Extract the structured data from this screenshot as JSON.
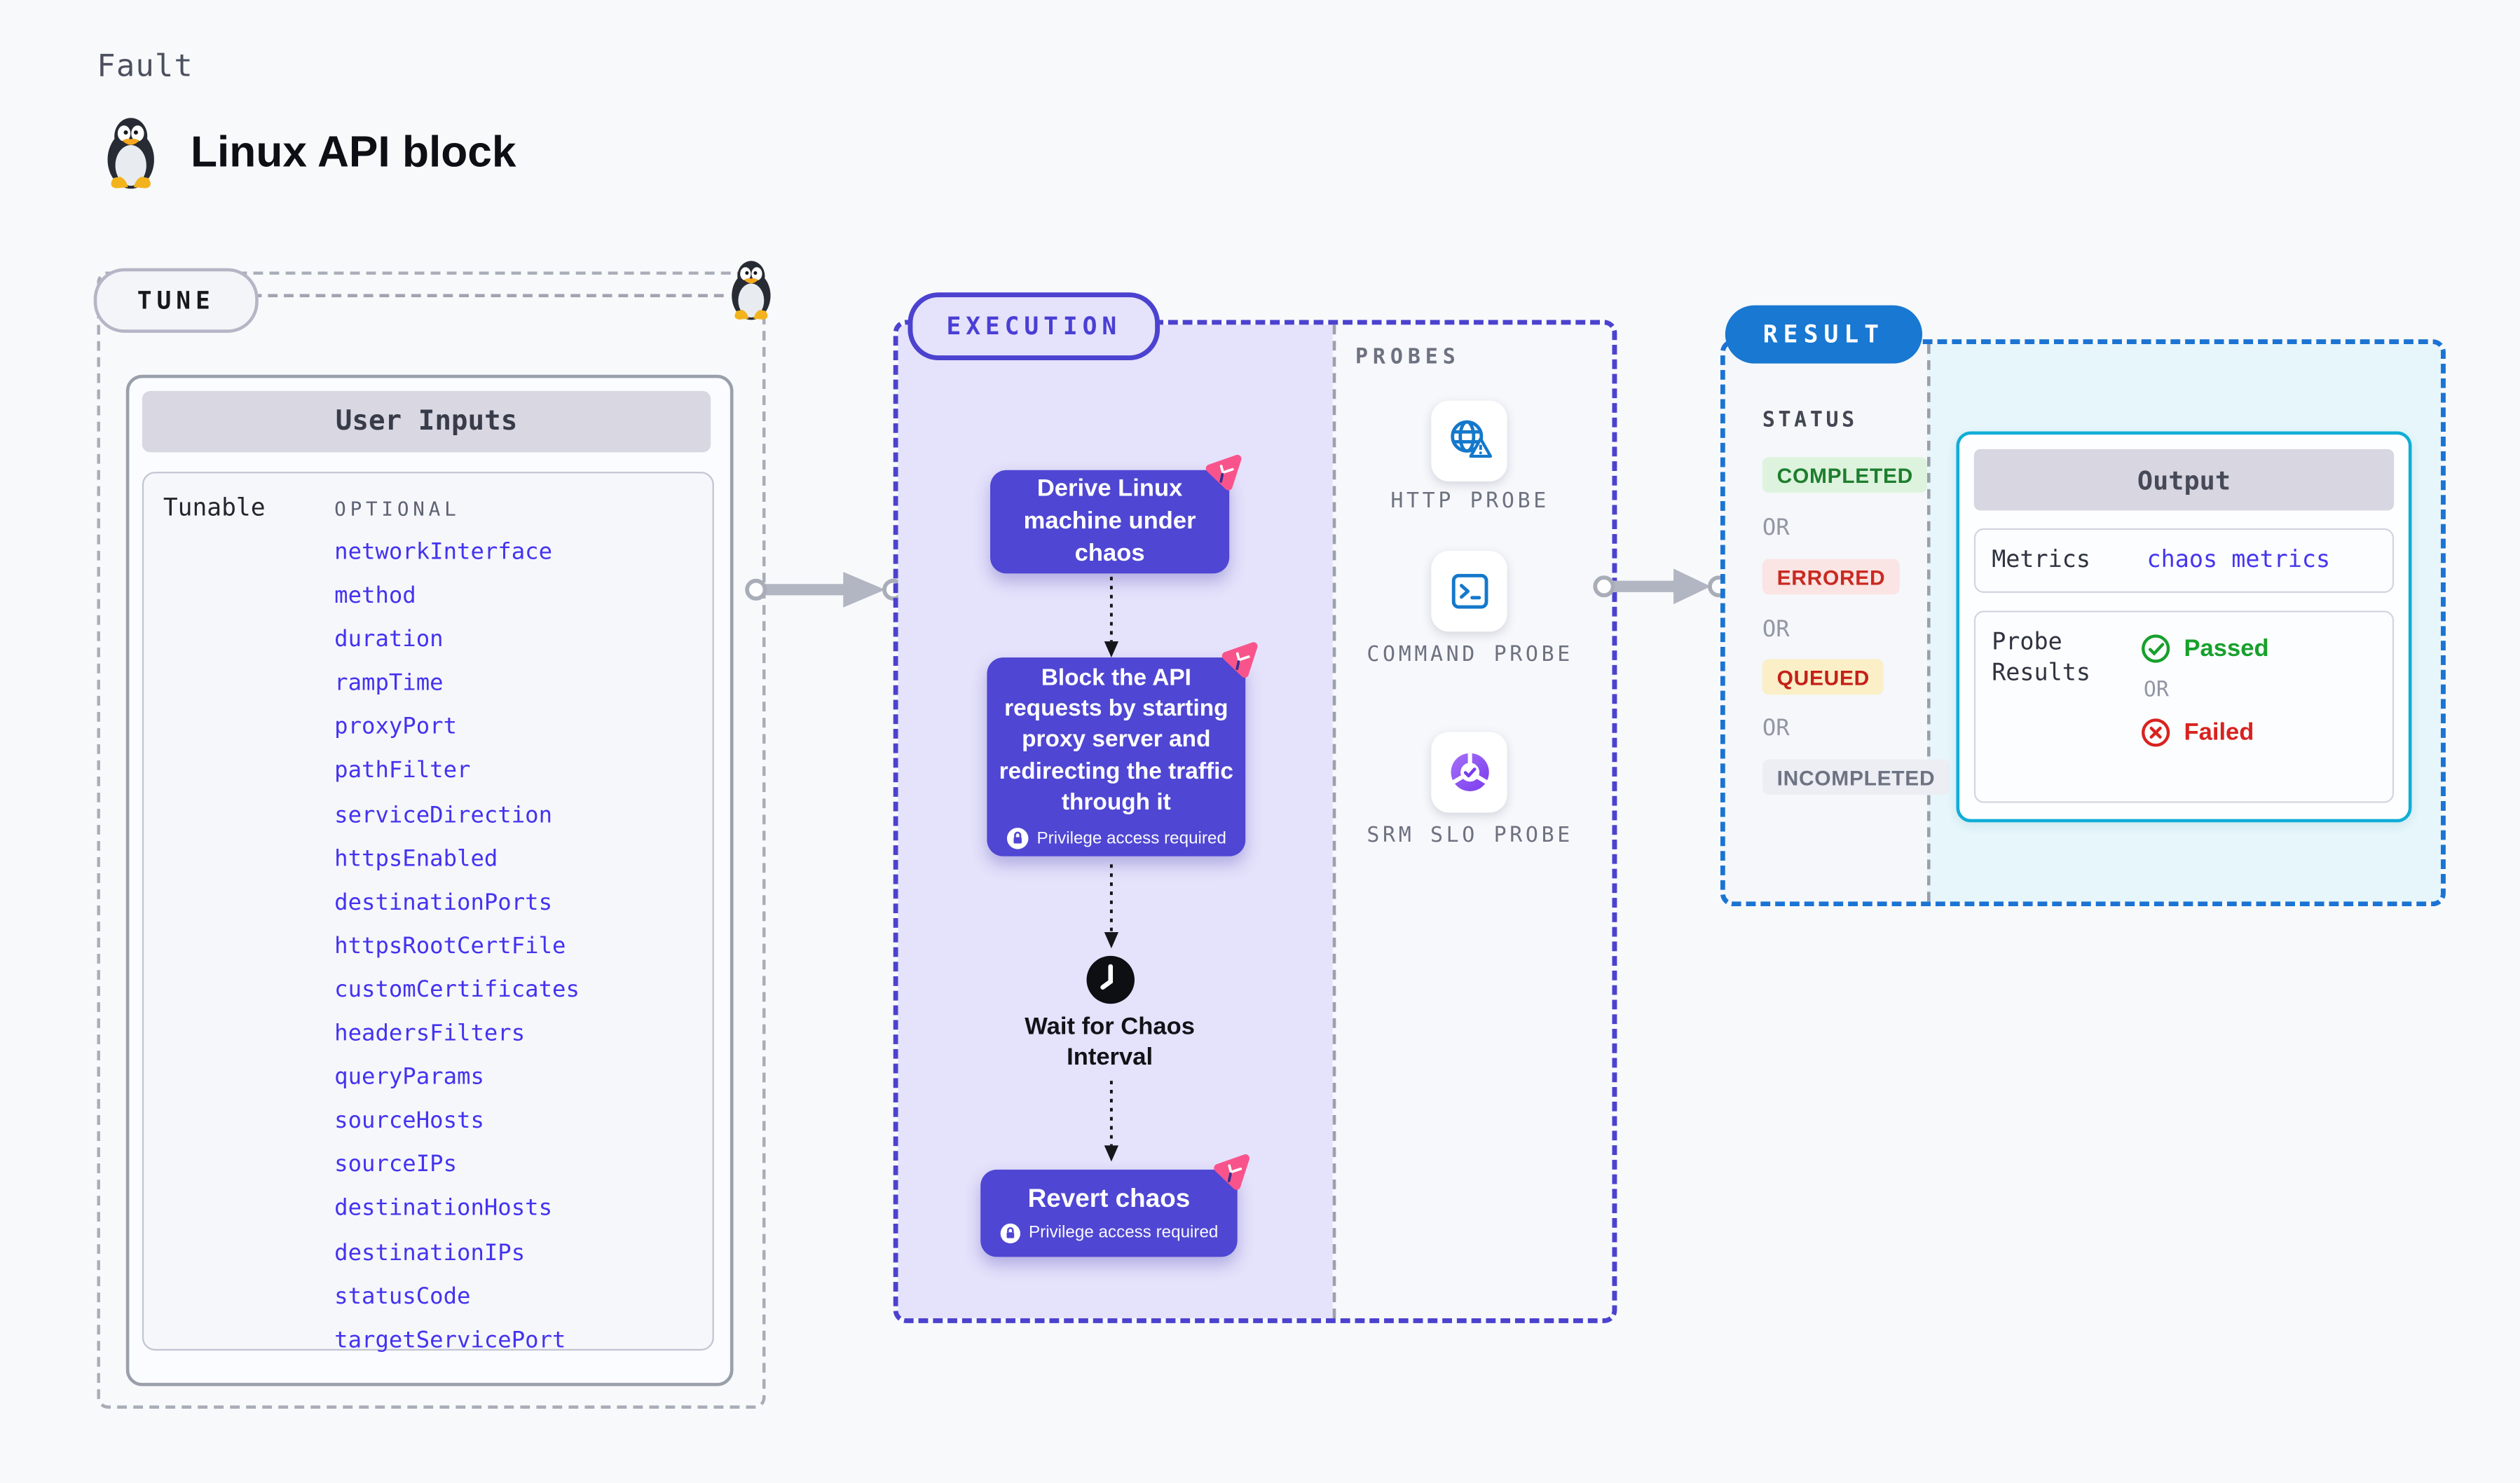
{
  "page": {
    "kicker": "Fault",
    "title": "Linux API block"
  },
  "tune": {
    "label": "TUNE",
    "panel_title": "User Inputs",
    "row_label": "Tunable",
    "optional_label": "OPTIONAL",
    "params": [
      "networkInterface",
      "method",
      "duration",
      "rampTime",
      "proxyPort",
      "pathFilter",
      "serviceDirection",
      "httpsEnabled",
      "destinationPorts",
      "httpsRootCertFile",
      "customCertificates",
      "headersFilters",
      "queryParams",
      "sourceHosts",
      "sourceIPs",
      "destinationHosts",
      "destinationIPs",
      "statusCode",
      "targetServicePort"
    ]
  },
  "execution": {
    "label": "EXECUTION",
    "derive_step": "Derive Linux machine under chaos",
    "block_step": "Block the API requests by starting proxy server and redirecting the traffic through it",
    "wait_step": "Wait for Chaos Interval",
    "revert_step": "Revert chaos",
    "privilege_note": "Privilege access required"
  },
  "probes": {
    "label": "PROBES",
    "items": [
      {
        "name": "HTTP PROBE",
        "icon": "globe-alert-icon"
      },
      {
        "name": "COMMAND PROBE",
        "icon": "terminal-icon"
      },
      {
        "name": "SRM SLO PROBE",
        "icon": "slo-gauge-icon"
      }
    ]
  },
  "result": {
    "label": "RESULT",
    "status_label": "STATUS",
    "or_label": "OR",
    "statuses": [
      {
        "label": "COMPLETED",
        "kind": "completed"
      },
      {
        "label": "ERRORED",
        "kind": "errored"
      },
      {
        "label": "QUEUED",
        "kind": "queued"
      },
      {
        "label": "INCOMPLETED",
        "kind": "incompleted"
      }
    ],
    "output": {
      "title": "Output",
      "metrics_label": "Metrics",
      "metrics_value": "chaos metrics",
      "probe_results_label": "Probe Results",
      "passed_label": "Passed",
      "or_label": "OR",
      "failed_label": "Failed"
    }
  },
  "colors": {
    "indigo": "#4b42cf",
    "node_fill": "#4f46d3",
    "lavender": "#e5e2fb",
    "result_blue": "#1878d2",
    "output_cyan": "#10aed6",
    "param_blue": "#4433ef",
    "chaos_pink": "#f8548b",
    "probe_blue": "#1478cb",
    "passed_green": "#17a02c",
    "failed_red": "#d8231f",
    "queued_bg": "#faefc6",
    "completed_bg": "#ddf3dd",
    "errored_bg": "#fbe4e4",
    "incompleted_bg": "#eceef4"
  }
}
